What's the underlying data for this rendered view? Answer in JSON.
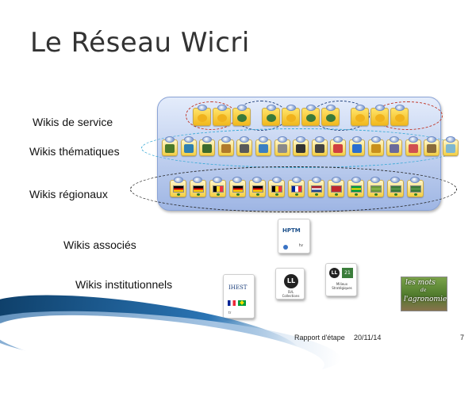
{
  "slide": {
    "title": "Le Réseau Wicri",
    "labels": {
      "service": "Wikis de service",
      "thematic": "Wikis  thématiques",
      "regional": "Wikis régionaux",
      "associated": "Wikis associés",
      "institutional": "Wikis institutionnels"
    }
  },
  "icons": {
    "service": [
      {
        "name": "service-wiki-1-icon",
        "color": "#f0b21c"
      },
      {
        "name": "service-wiki-2-icon",
        "color": "#f0b21c"
      },
      {
        "name": "service-wiki-3-icon",
        "color": "#3a7a3a"
      },
      {
        "name": "service-wiki-4-icon",
        "color": "#3a7a3a"
      },
      {
        "name": "service-wiki-5-icon",
        "color": "#f0b21c"
      },
      {
        "name": "service-wiki-6-icon",
        "color": "#3a7a3a"
      },
      {
        "name": "service-wiki-7-icon",
        "color": "#3a7a3a"
      },
      {
        "name": "service-wiki-8-icon",
        "color": "#f0b21c"
      },
      {
        "name": "service-wiki-9-icon",
        "color": "#f0b21c"
      },
      {
        "name": "service-wiki-10-icon",
        "color": "#f0b21c"
      }
    ],
    "thematic": [
      {
        "name": "theme-wiki-1-icon",
        "color": "#4a7a2a"
      },
      {
        "name": "theme-wiki-2-icon",
        "color": "#2f7fb0"
      },
      {
        "name": "theme-wiki-3-icon",
        "color": "#3c6a2c"
      },
      {
        "name": "theme-wiki-4-icon",
        "color": "#b07a2a"
      },
      {
        "name": "theme-wiki-5-icon",
        "color": "#5a5a5a"
      },
      {
        "name": "theme-wiki-6-icon",
        "color": "#3b7fc2"
      },
      {
        "name": "theme-wiki-7-icon",
        "color": "#8a8a8a"
      },
      {
        "name": "theme-wiki-8-icon",
        "color": "#333333"
      },
      {
        "name": "theme-wiki-9-icon",
        "color": "#444444"
      },
      {
        "name": "theme-wiki-10-icon",
        "color": "#d04040"
      },
      {
        "name": "theme-wiki-11-icon",
        "color": "#2a6fd0"
      },
      {
        "name": "theme-wiki-12-icon",
        "color": "#c8901c"
      },
      {
        "name": "theme-wiki-13-icon",
        "color": "#6a6a9a"
      },
      {
        "name": "theme-wiki-14-icon",
        "color": "#d05050"
      },
      {
        "name": "theme-wiki-15-icon",
        "color": "#8a6a3a"
      },
      {
        "name": "theme-wiki-16-icon",
        "color": "#7fb7d0"
      }
    ],
    "regional": [
      {
        "name": "region-wiki-1-icon",
        "flag": [
          "#000000",
          "#dd0000",
          "#ffce00"
        ],
        "dir": "h"
      },
      {
        "name": "region-wiki-2-icon",
        "flag": [
          "#000000",
          "#dd0000",
          "#ffce00"
        ],
        "dir": "h"
      },
      {
        "name": "region-wiki-3-icon",
        "flag": [
          "#000000",
          "#fdda24",
          "#ef3340"
        ],
        "dir": "v"
      },
      {
        "name": "region-wiki-4-icon",
        "flag": [
          "#000000",
          "#dd0000",
          "#ffce00"
        ],
        "dir": "h"
      },
      {
        "name": "region-wiki-5-icon",
        "flag": [
          "#000000",
          "#dd0000",
          "#ffce00"
        ],
        "dir": "h"
      },
      {
        "name": "region-wiki-6-icon",
        "flag": [
          "#000000",
          "#fdda24",
          "#ef3340"
        ],
        "dir": "v"
      },
      {
        "name": "region-wiki-7-icon",
        "flag": [
          "#002395",
          "#ffffff",
          "#ed2939"
        ],
        "dir": "v"
      },
      {
        "name": "region-wiki-8-icon",
        "flag": [
          "#ae1c28",
          "#ffffff",
          "#21468b"
        ],
        "dir": "h"
      },
      {
        "name": "region-wiki-9-icon",
        "flag": [
          "#c1272d",
          "#c1272d",
          "#c1272d"
        ],
        "dir": "h"
      },
      {
        "name": "region-wiki-10-icon",
        "flag": [
          "#009c3b",
          "#ffdf00",
          "#009c3b"
        ],
        "dir": "h"
      },
      {
        "name": "region-wiki-11-icon",
        "flag": [
          "#6a9a3a",
          "#8ab84a",
          "#6a9a3a"
        ],
        "dir": "h"
      },
      {
        "name": "region-wiki-12-icon",
        "flag": [
          "#3a7a3a",
          "#5a9a4a",
          "#3a7a3a"
        ],
        "dir": "h"
      },
      {
        "name": "region-wiki-13-icon",
        "flag": [
          "#3a7a3a",
          "#5a9a4a",
          "#3a7a3a"
        ],
        "dir": "h"
      }
    ]
  },
  "associated": {
    "card_label": "HPTM",
    "card_suffix": "tv"
  },
  "institutional": {
    "ihest_label": "IHEST",
    "ihest_suffix": "tr",
    "ll1_label": "SVL\nCollections",
    "ll2_label": "Milieux\nStratégiques",
    "ll_logo": "LL",
    "ll2_badge": "21",
    "agro_line1": "les mots",
    "agro_line2": "de",
    "agro_line3": "l'agronomie"
  },
  "footer": {
    "text": "Rapport d'étape",
    "date": "20/11/14",
    "page": "7"
  }
}
